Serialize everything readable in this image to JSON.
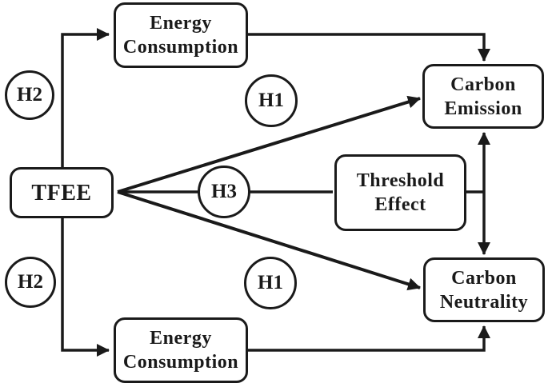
{
  "figure": {
    "background_color": "#ffffff",
    "line_color": "#1a1a1a",
    "nodes": {
      "tfee": {
        "lines": [
          "TFEE"
        ]
      },
      "energy_top": {
        "lines": [
          "Energy",
          "Consumption"
        ]
      },
      "carbon_emission": {
        "lines": [
          "Carbon",
          "Emission"
        ]
      },
      "threshold": {
        "lines": [
          "Threshold",
          "Effect"
        ]
      },
      "carbon_neutrality": {
        "lines": [
          "Carbon",
          "Neutrality"
        ]
      },
      "energy_bottom": {
        "lines": [
          "Energy",
          "Consumption"
        ]
      }
    },
    "hypotheses": {
      "h2_top": "H2",
      "h1_top": "H1",
      "h3": "H3",
      "h2_bottom": "H2",
      "h1_bottom": "H1"
    },
    "edges": [
      {
        "from": "TFEE",
        "to": "Energy Consumption (top)",
        "label": "H2",
        "arrow": "single"
      },
      {
        "from": "Energy Consumption (top)",
        "to": "Carbon Emission",
        "label": "",
        "arrow": "single"
      },
      {
        "from": "TFEE",
        "to": "Carbon Emission",
        "label": "H1",
        "arrow": "single"
      },
      {
        "from": "TFEE",
        "to": "Threshold Effect",
        "label": "H3",
        "arrow": "none"
      },
      {
        "from": "Threshold Effect",
        "to": "Carbon Emission / Carbon Neutrality link",
        "label": "",
        "arrow": "none"
      },
      {
        "from": "TFEE",
        "to": "Carbon Neutrality",
        "label": "H1",
        "arrow": "single"
      },
      {
        "from": "TFEE",
        "to": "Energy Consumption (bottom)",
        "label": "H2",
        "arrow": "single"
      },
      {
        "from": "Energy Consumption (bottom)",
        "to": "Carbon Neutrality",
        "label": "",
        "arrow": "single"
      },
      {
        "from": "Carbon Emission",
        "to": "Carbon Neutrality",
        "label": "",
        "arrow": "double"
      }
    ]
  }
}
